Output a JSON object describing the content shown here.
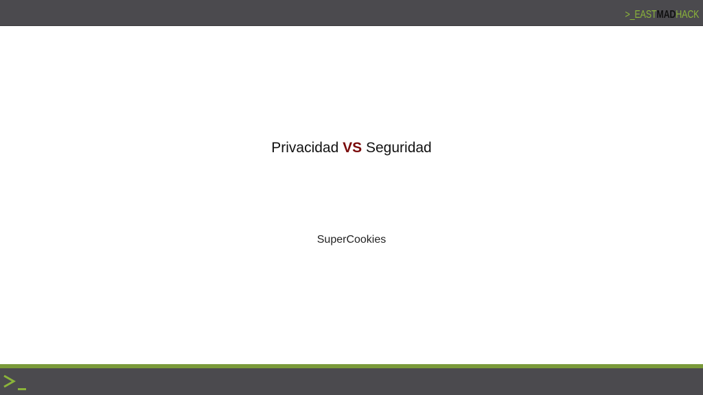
{
  "header": {
    "logo": {
      "prompt": ">_",
      "east": "EAST",
      "mad": "MAD",
      "hack": "HACK"
    }
  },
  "slide": {
    "title_part1": "Privacidad",
    "title_vs": "VS",
    "title_part2": "Seguridad",
    "subtitle": "SuperCookies"
  },
  "footer": {
    "prompt_icon": "terminal-prompt-icon"
  },
  "colors": {
    "bar": "#4b4a4e",
    "accent_green": "#8bb43a",
    "footer_accent": "#7a9a3a",
    "vs_red": "#7a0a0a"
  }
}
